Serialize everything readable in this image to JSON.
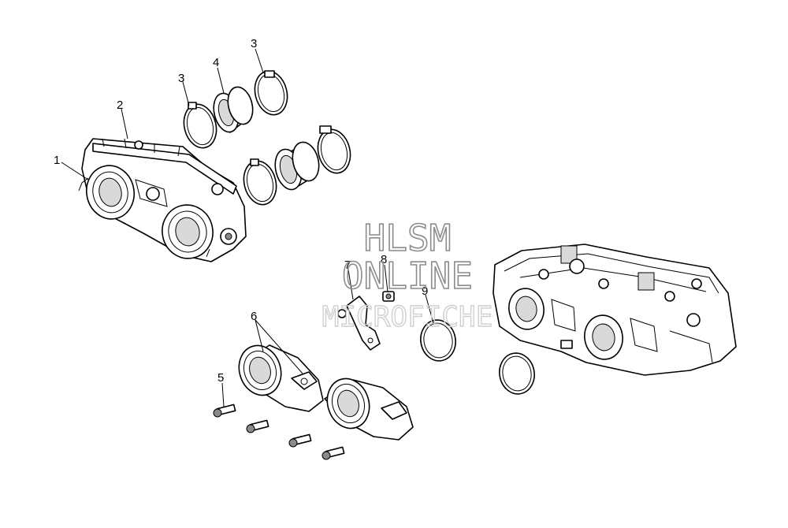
{
  "callouts": {
    "c1": "1",
    "c2": "2",
    "c3a": "3",
    "c4": "4",
    "c3b": "3",
    "c5": "5",
    "c6": "6",
    "c7": "7",
    "c8": "8",
    "c9": "9"
  },
  "watermark": {
    "line1": "HLSM",
    "line2": "ONLINE",
    "line3": "MICROFICHE"
  }
}
